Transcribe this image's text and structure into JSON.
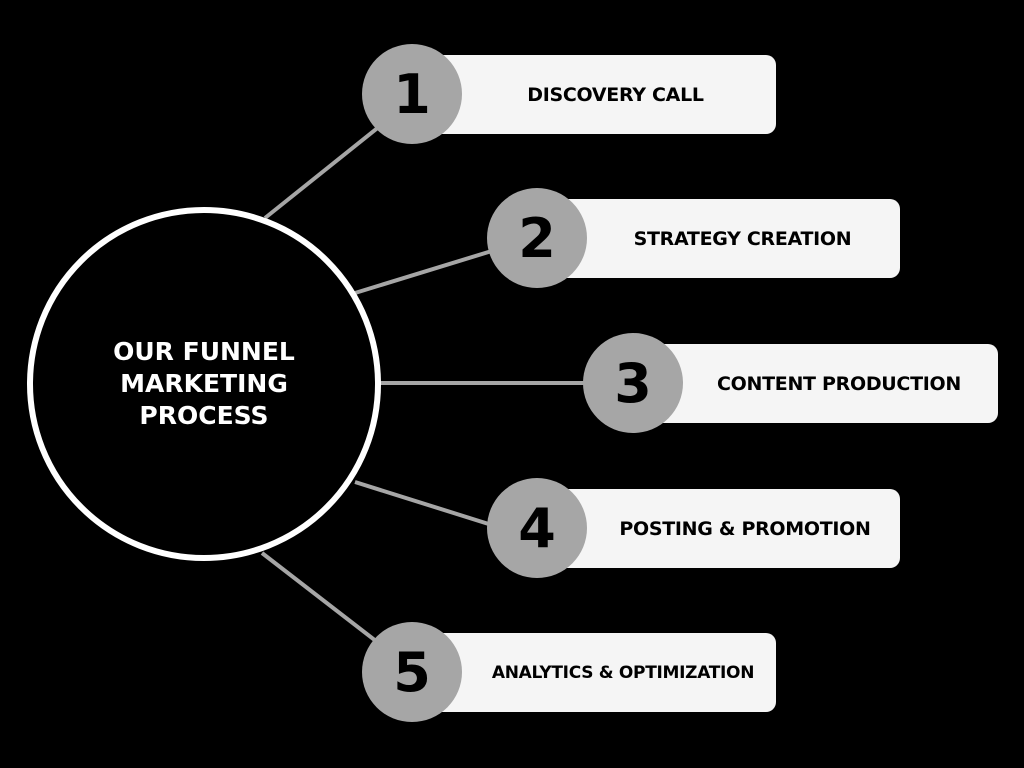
{
  "title": "OUR FUNNEL MARKETING PROCESS",
  "steps": [
    {
      "number": "1",
      "label": "DISCOVERY CALL"
    },
    {
      "number": "2",
      "label": "STRATEGY CREATION"
    },
    {
      "number": "3",
      "label": "CONTENT PRODUCTION"
    },
    {
      "number": "4",
      "label": "POSTING & PROMOTION"
    },
    {
      "number": "5",
      "label": "ANALYTICS & OPTIMIZATION"
    }
  ],
  "colors": {
    "background": "#000000",
    "connector": "#a6a6a6",
    "badge": "#a6a6a6",
    "box": "#f5f5f5"
  }
}
